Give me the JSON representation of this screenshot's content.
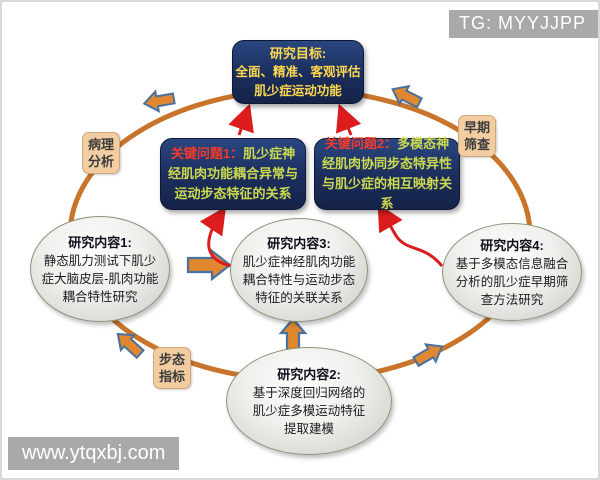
{
  "badges": {
    "top_right": "TG: MYYJJPP",
    "bottom_left": "www.ytqxbj.com"
  },
  "goal_box": {
    "title": "研究目标:",
    "line1": "全面、精准、客观评估",
    "line2": "肌少症运动功能"
  },
  "key_questions": [
    {
      "label": "关键问题1：",
      "text": "肌少症神经肌肉功能耦合异常与运动步态特征的关系"
    },
    {
      "label": "关键问题2：",
      "text": "多模态神经肌肉协同步态特异性与肌少症的相互映射关系"
    }
  ],
  "contents": [
    {
      "title": "研究内容1:",
      "text": "静态肌力测试下肌少症大脑皮层-肌肉功能耦合特性研究"
    },
    {
      "title": "研究内容2:",
      "text": "基于深度回归网络的肌少症多模运动特征提取建模"
    },
    {
      "title": "研究内容3:",
      "text": "肌少症神经肌肉功能耦合特性与运动步态特征的关联关系"
    },
    {
      "title": "研究内容4:",
      "text": "基于多模态信息融合分析的肌少症早期筛查方法研究"
    }
  ],
  "ring_labels": [
    {
      "line1": "病理",
      "line2": "分析"
    },
    {
      "line1": "早期",
      "line2": "筛查"
    },
    {
      "line1": "步态",
      "line2": "指标"
    }
  ],
  "colors": {
    "navy_box": "#1b2d5c",
    "goal_text": "#ffd84e",
    "key_label_red": "#f23b2a",
    "key_text_green": "#cdda4f",
    "ring_orange": "#c8742a",
    "block_arrow_fill": "#e0872f",
    "block_arrow_stroke": "#49719f",
    "red_arrow": "#dd1d1d",
    "tag_bg": "#f1cda1",
    "ellipse_border": "#8e9278",
    "badge_gray": "#a9a9a9"
  }
}
